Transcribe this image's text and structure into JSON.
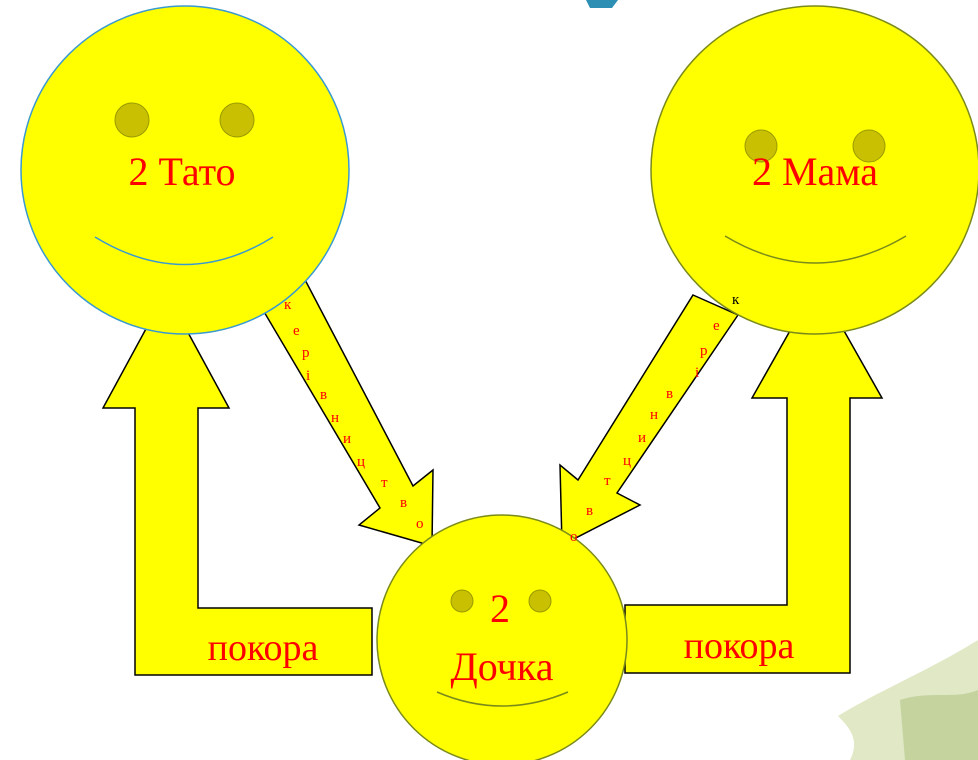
{
  "colors": {
    "face_fill": "#ffff00",
    "face_stroke_father": "#3a9ad0",
    "face_stroke": "#7a8a1a",
    "eye_fill": "#c8c000",
    "smile_stroke_father": "#3a9ad0",
    "smile_stroke": "#7a8a1a",
    "label_color": "#ff0000",
    "arrow_fill": "#ffff00",
    "arrow_stroke": "#000000"
  },
  "faces": {
    "father": {
      "label": "2 Тато"
    },
    "mother": {
      "label": "2 Мама"
    },
    "daughter": {
      "label_line1": "2",
      "label_line2": "Дочка"
    }
  },
  "arrows": {
    "guidance_left": {
      "letters": [
        "к",
        "е",
        "р",
        "і",
        "в",
        "н",
        "и",
        "ц",
        "т",
        "в",
        "о"
      ]
    },
    "guidance_right": {
      "letters": [
        "к",
        "е",
        "р",
        "і",
        "в",
        "н",
        "и",
        "ц",
        "т",
        "в",
        "о"
      ]
    },
    "obedience_left": {
      "label": "покора"
    },
    "obedience_right": {
      "label": "покора"
    }
  }
}
